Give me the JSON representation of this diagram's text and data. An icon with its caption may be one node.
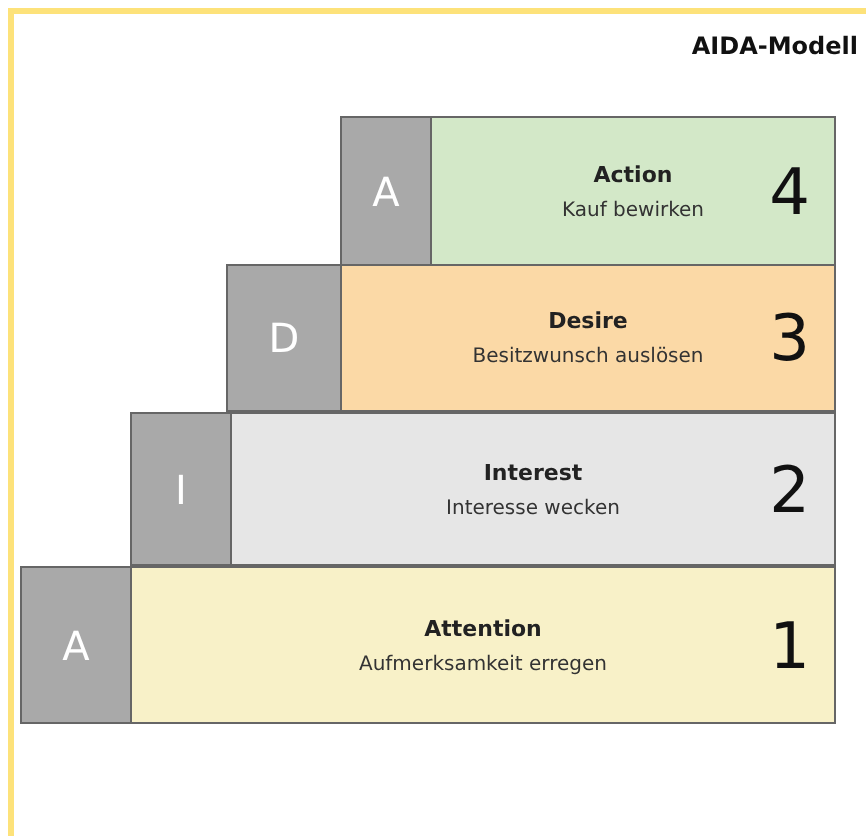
{
  "diagram": {
    "title": "AIDA-Modell",
    "nodes": [
      {
        "text": [
          "A"
        ]
      },
      {
        "text": [
          "Action",
          "Kauf bewirken",
          "4"
        ]
      },
      {
        "text": [
          "D"
        ]
      },
      {
        "text": [
          "Desire",
          "Besitzwunsch auslösen",
          "3"
        ]
      },
      {
        "text": [
          "I"
        ]
      },
      {
        "text": [
          "Interest",
          "Interesse wecken",
          "2"
        ]
      },
      {
        "text": [
          "A"
        ]
      },
      {
        "text": [
          "Attention",
          "Aufmerksamkeit erregen",
          "1"
        ]
      }
    ]
  }
}
